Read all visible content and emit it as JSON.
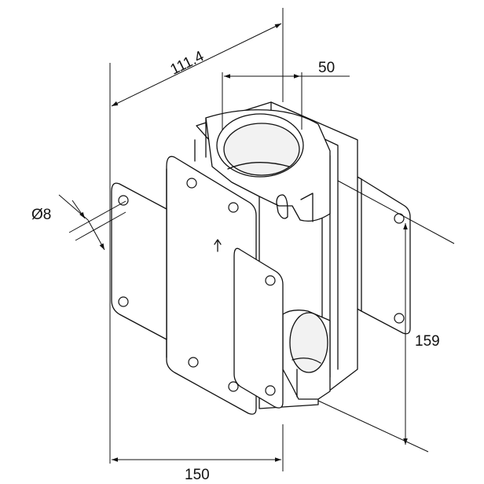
{
  "dimensions": {
    "diagonal_width": "111.4",
    "pipe_diameter": "50",
    "hole_diameter": "Ø8",
    "height": "159",
    "width": "150"
  }
}
